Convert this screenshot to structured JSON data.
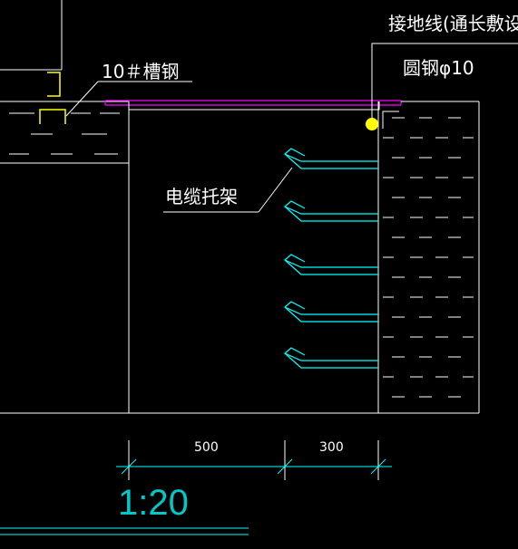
{
  "labels": {
    "grounding_wire": "接地线(通长敷设)",
    "round_steel": "圆钢φ10",
    "channel_steel": "10＃槽钢",
    "cable_tray": "电缆托架"
  },
  "dimensions": {
    "left": "500",
    "right": "300"
  },
  "scale": "1:20",
  "colors": {
    "line": "#ffffff",
    "cyan": "#00ffff",
    "magenta": "#ff00ff",
    "yellow": "#ffff00",
    "dim_green": "#00ffff"
  },
  "tray_arm_count": 5
}
